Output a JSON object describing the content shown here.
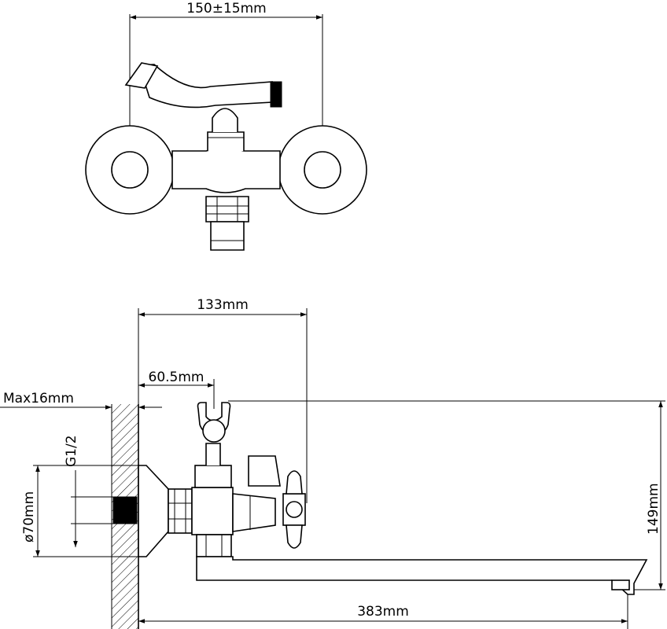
{
  "drawing": {
    "top_view": {
      "dim_width_label": "150±15mm"
    },
    "side_view": {
      "dim_projection_label": "133mm",
      "dim_axis_offset_label": "60.5mm",
      "dim_wall_max_label": "Max16mm",
      "dim_thread_label": "G1/2",
      "dim_escutcheon_label": "ø70mm",
      "dim_height_label": "149mm",
      "dim_spout_length_label": "383mm"
    }
  }
}
